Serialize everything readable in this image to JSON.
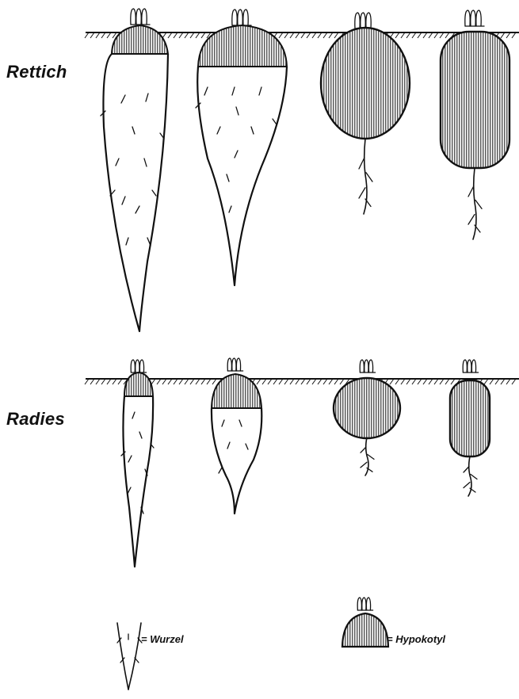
{
  "rows": [
    {
      "label": "Rettich"
    },
    {
      "label": "Radies"
    }
  ],
  "legend": {
    "root_label": "= Wurzel",
    "hypocotyl_label": "= Hypokotyl"
  }
}
